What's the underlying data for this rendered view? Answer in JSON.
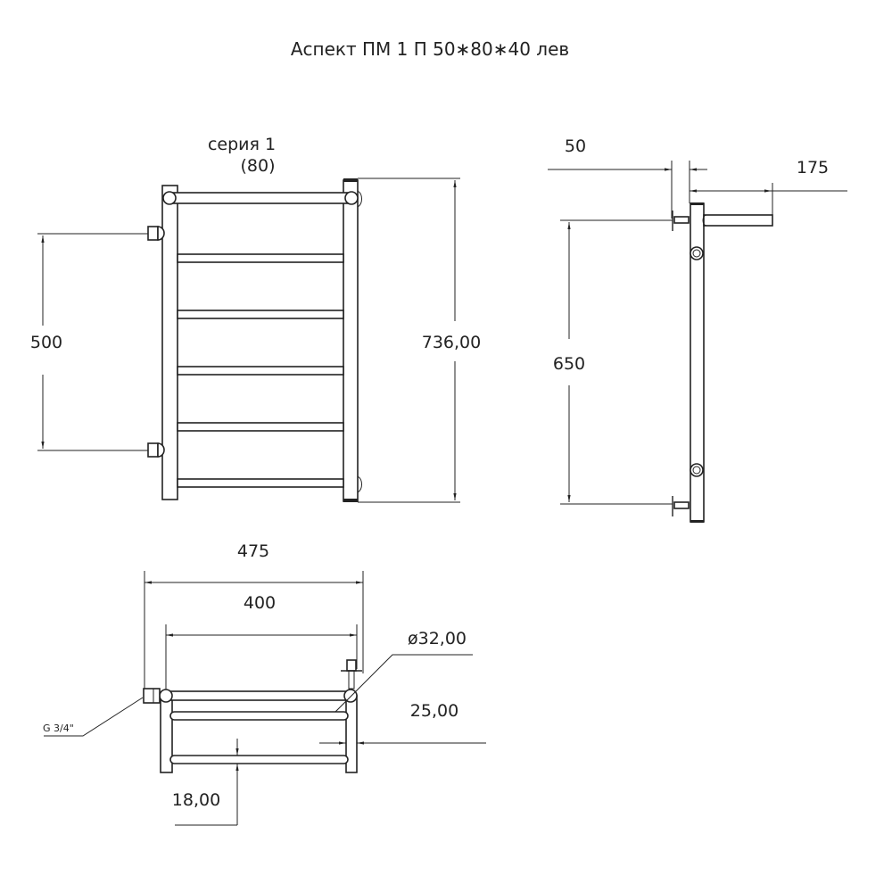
{
  "title": "Аспект  ПМ  1  П  50∗80∗40  лев",
  "front_view": {
    "series_label": "серия 1",
    "series_width": "(80)",
    "dim_connection": "500",
    "dim_height": "736,00"
  },
  "side_view": {
    "dim_offset": "50",
    "dim_depth": "175",
    "dim_connection": "650"
  },
  "top_view": {
    "dim_overall_width": "475",
    "dim_inner_width": "400",
    "dim_diameter": "ø32,00",
    "dim_pipe": "25,00",
    "dim_rail": "18,00",
    "thread_label": "G 3/4\""
  }
}
